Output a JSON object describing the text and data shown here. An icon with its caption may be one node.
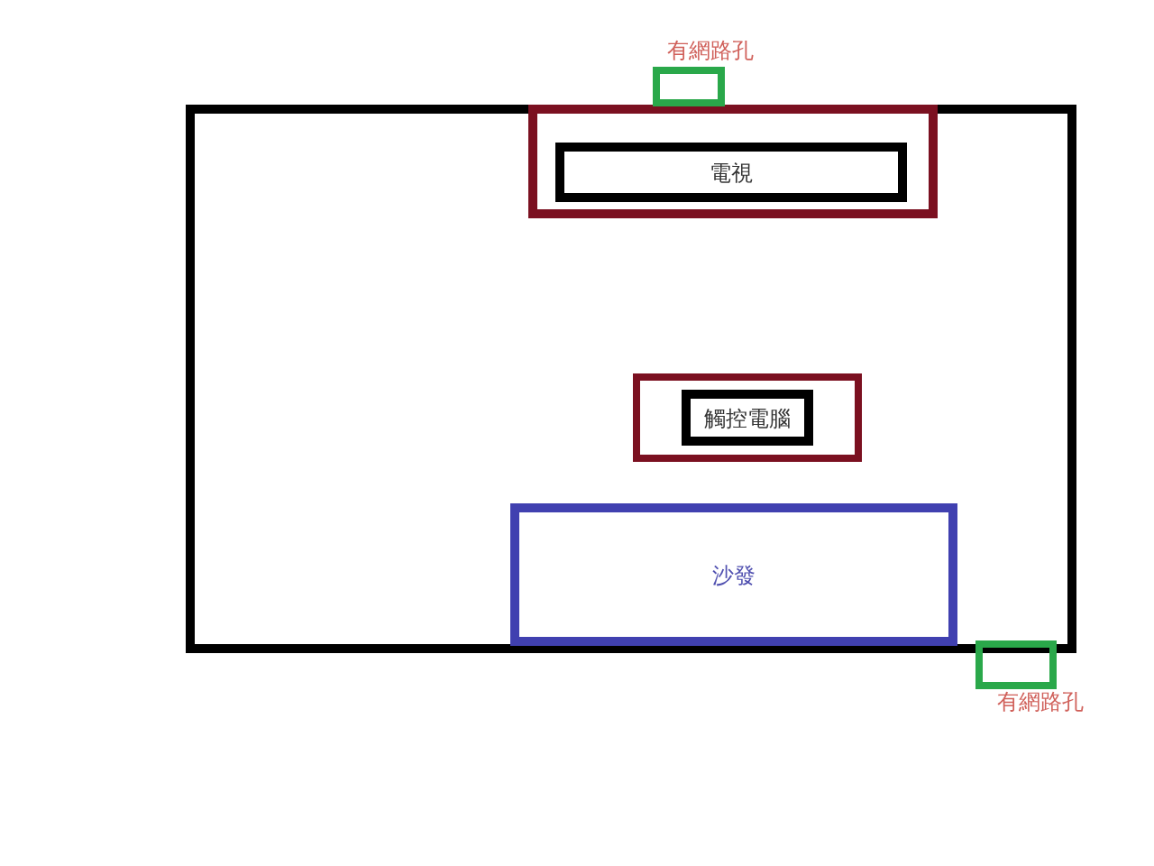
{
  "diagram": {
    "nodes": [
      {
        "text": [],
        "shape": "box"
      },
      {
        "text": [],
        "shape": "box",
        "in": 0
      },
      {
        "text": [
          "電視"
        ],
        "in": 1
      },
      {
        "text": [
          "有網路孔"
        ]
      },
      {
        "text": [],
        "shape": "box",
        "in": 0
      },
      {
        "text": [
          "觸控電腦"
        ],
        "in": 4
      },
      {
        "text": [
          "沙發"
        ],
        "in": 0
      },
      {
        "text": [
          "有網路孔"
        ]
      }
    ]
  }
}
